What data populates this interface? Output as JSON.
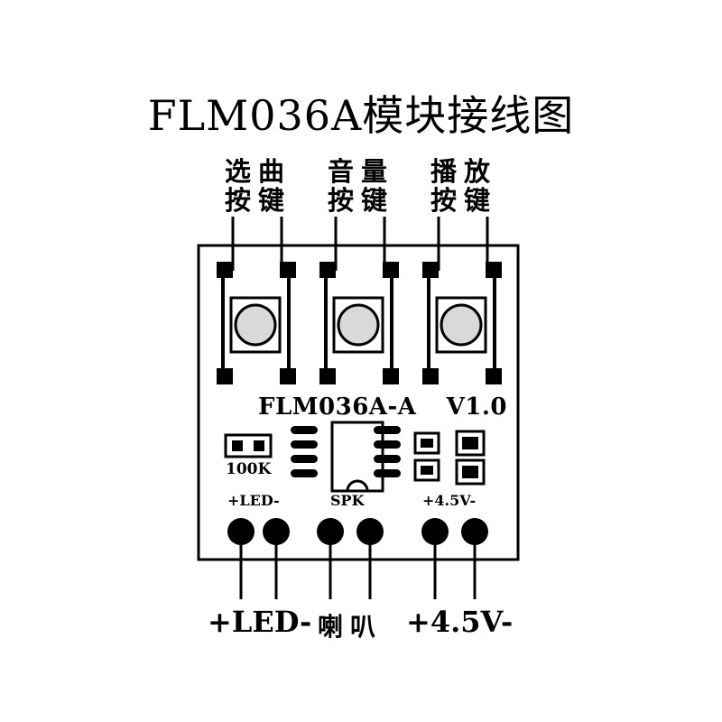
{
  "title": "FLM036A模块接线图",
  "buttons": [
    {
      "line1": "选曲",
      "line2": "按键"
    },
    {
      "line1": "音量",
      "line2": "按键"
    },
    {
      "line1": "播放",
      "line2": "按键"
    }
  ],
  "board": {
    "model": "FLM036A-A",
    "version": "V1.0",
    "resistor_value": "100K",
    "pad_labels": {
      "led": "+LED-",
      "speaker": "SPK",
      "power": "+4.5V-"
    }
  },
  "wire_labels": {
    "led": "+LED-",
    "speaker": "喇叭",
    "power": "+4.5V-"
  },
  "colors": {
    "ink": "#000000",
    "background": "#ffffff",
    "button_cap": "#d9d9d9"
  }
}
